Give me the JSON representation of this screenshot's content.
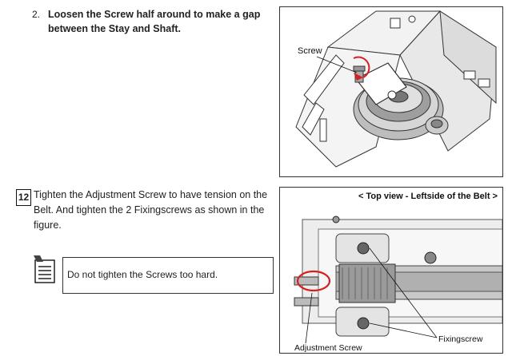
{
  "step2": {
    "number": "2.",
    "instruction": "Loosen the Screw half around to make a gap between the Stay and Shaft.",
    "figure_label_screw": "Screw"
  },
  "step12": {
    "number": "12",
    "instruction": "Tighten the Adjustment Screw to have tension on the Belt. And tighten the 2 Fixingscrews as shown in the figure.",
    "note": "Do not tighten the Screws too hard.",
    "note_icon": "notepad-icon",
    "figure_header": "< Top view   - Leftside of the Belt >",
    "label_fixing": "Fixingscrew",
    "label_adjustment": "Adjustment Screw"
  },
  "colors": {
    "highlight": "#d42020",
    "border": "#333333"
  }
}
